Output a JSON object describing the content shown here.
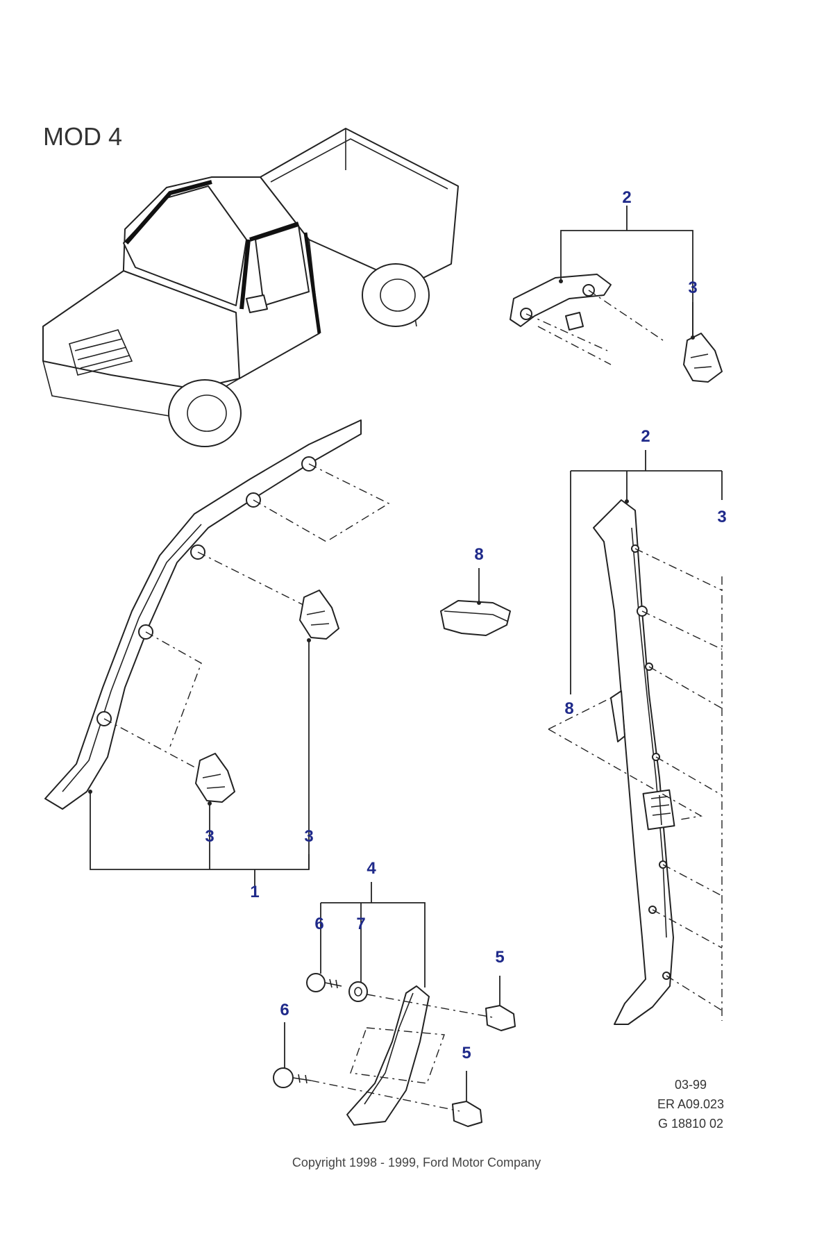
{
  "title": "MOD 4",
  "callouts": {
    "c1": "1",
    "c2_top": "2",
    "c3_top": "3",
    "c2_right": "2",
    "c3_right": "3",
    "c8_right": "8",
    "c8_center": "8",
    "c3_left_a": "3",
    "c3_left_b": "3",
    "c4": "4",
    "c6_a": "6",
    "c7": "7",
    "c5_a": "5",
    "c6_b": "6",
    "c5_b": "5"
  },
  "reference": {
    "date": "03-99",
    "er": "ER A09.023",
    "g": "G 18810 02"
  },
  "copyright": "Copyright 1998 - 1999, Ford Motor Company"
}
